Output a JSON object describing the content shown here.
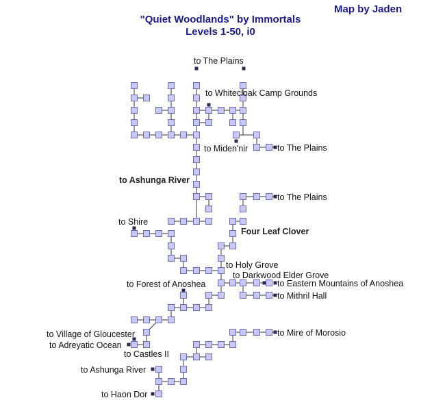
{
  "title_line1": "\"Quiet Woodlands\" by Immortals",
  "title_line2": "Levels 1-50, i0",
  "credit": "Map by Jaden",
  "labels": {
    "plains_top": "to The Plains",
    "whitecloak": "to Whitecloak Camp Grounds",
    "midennir": "to Miden'nir",
    "plains_east1": "to The Plains",
    "ashunga_north": "to Ashunga River",
    "plains_east2": "to The Plains",
    "shire": "to Shire",
    "four_leaf": "Four Leaf Clover",
    "holy_grove": "to Holy Grove",
    "darkwood": "to Darkwood Elder Grove",
    "forest_anoshea": "to Forest of Anoshea",
    "eastern_mountains": "to Eastern Mountains of Anoshea",
    "mithril": "to Mithril Hall",
    "gloucester": "to Village of Gloucester",
    "adreyatic": "to Adreyatic Ocean",
    "mire": "to Mire of Morosio",
    "castles": "to Castles II",
    "ashunga_south": "to Ashunga River",
    "haon_dor": "to Haon Dor"
  }
}
